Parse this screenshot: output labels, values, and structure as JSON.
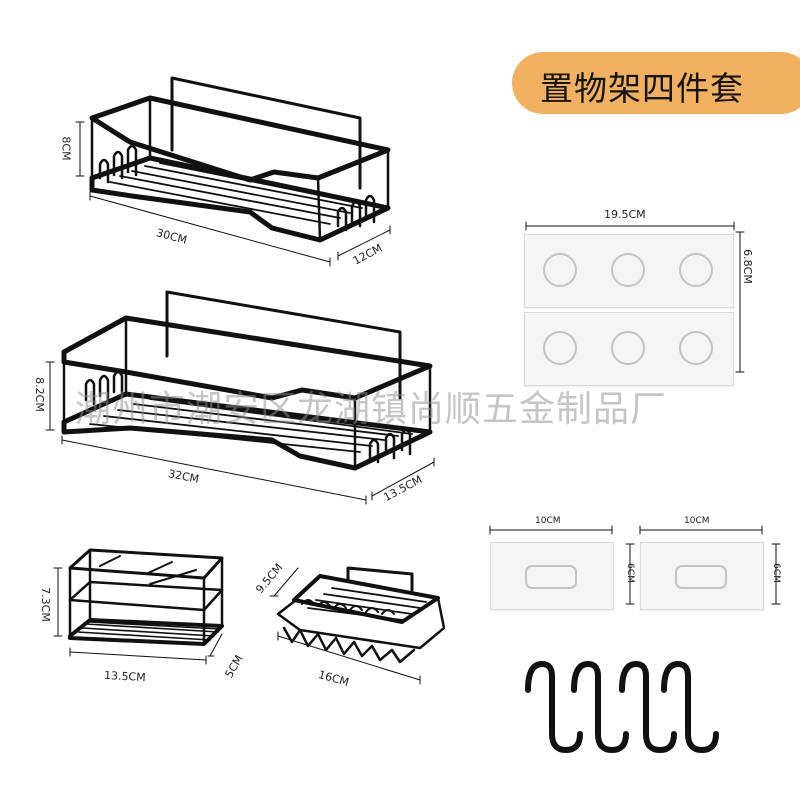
{
  "title": "置物架四件套",
  "watermark": "潮州市潮安区龙湖镇尚顺五金制品厂",
  "colors": {
    "badge": "#f2b061",
    "wire": "#111111",
    "pad": "#f5f5f5"
  },
  "rack_large": {
    "height": "8CM",
    "length": "30CM",
    "depth": "12CM"
  },
  "rack_xl": {
    "height": "8.2CM",
    "length": "32CM",
    "depth": "13.5CM"
  },
  "caddy": {
    "height": "7.3CM",
    "length": "13.5CM",
    "depth": "5CM"
  },
  "soap_dish": {
    "depth": "9.5CM",
    "length": "16CM"
  },
  "large_pads": {
    "width": "19.5CM",
    "height": "6.8CM"
  },
  "small_pad_left": {
    "width": "10CM",
    "height": "6CM"
  },
  "small_pad_right": {
    "width": "10CM",
    "height": "6CM"
  },
  "hooks": {
    "count": 4
  }
}
